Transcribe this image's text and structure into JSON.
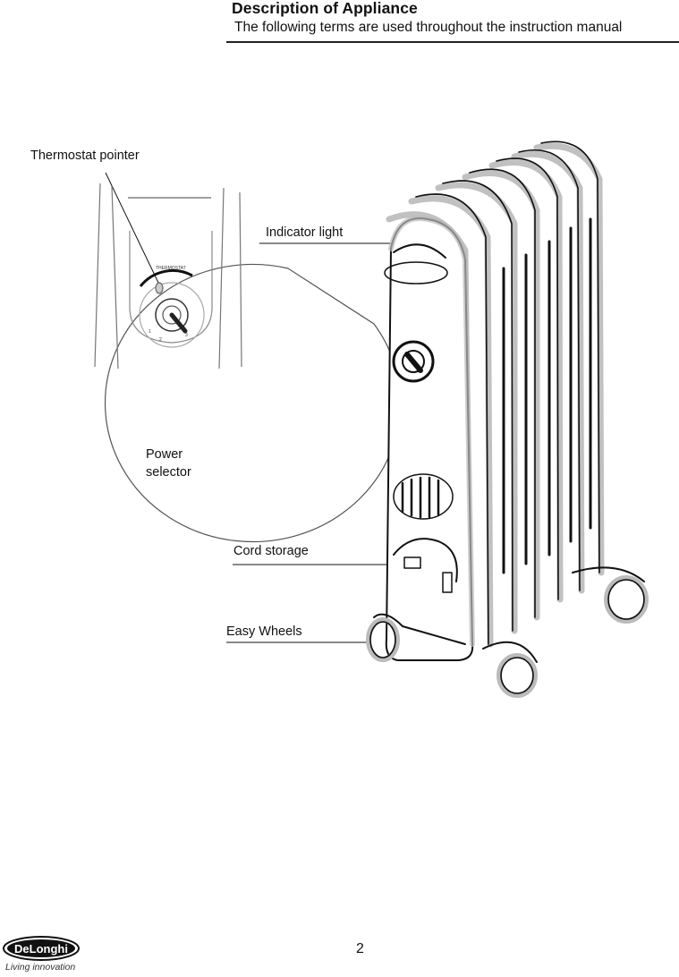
{
  "header": {
    "title": "Description of Appliance",
    "subtitle": "The following terms are used throughout the instruction manual"
  },
  "labels": {
    "thermostat_pointer": "Thermostat pointer",
    "indicator_light": "Indicator light",
    "power_selector_line1": "Power",
    "power_selector_line2": "selector",
    "cord_storage": "Cord storage",
    "easy_wheels": "Easy Wheels"
  },
  "dial": {
    "thermostat_text": "THERMOSTAT",
    "marks": [
      "1",
      "2",
      "3"
    ]
  },
  "footer": {
    "page_number": "2",
    "brand": "DeLonghi",
    "tagline": "Living innovation"
  }
}
